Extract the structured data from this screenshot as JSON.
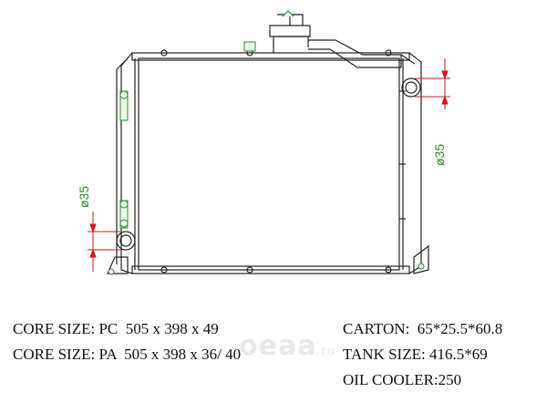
{
  "specs": {
    "core_pc": "CORE SIZE: PC  505 x 398 x 49",
    "core_pa": "CORE SIZE: PA  505 x 398 x 36/ 40",
    "carton": "CARTON:  65*25.5*60.8",
    "tank_size": "TANK SIZE: 416.5*69",
    "oil_cooler": "OIL COOLER:250"
  },
  "dimensions": {
    "outlet_diameter": "ø35",
    "inlet_diameter": "ø35"
  },
  "watermark": {
    "brand": "оеаа",
    "domain": ".ru"
  },
  "colors": {
    "line": "#222222",
    "dimension": "#d2141e",
    "fitting": "#2d8a2d",
    "text": "#111111",
    "watermark": "#b0b0b0"
  }
}
